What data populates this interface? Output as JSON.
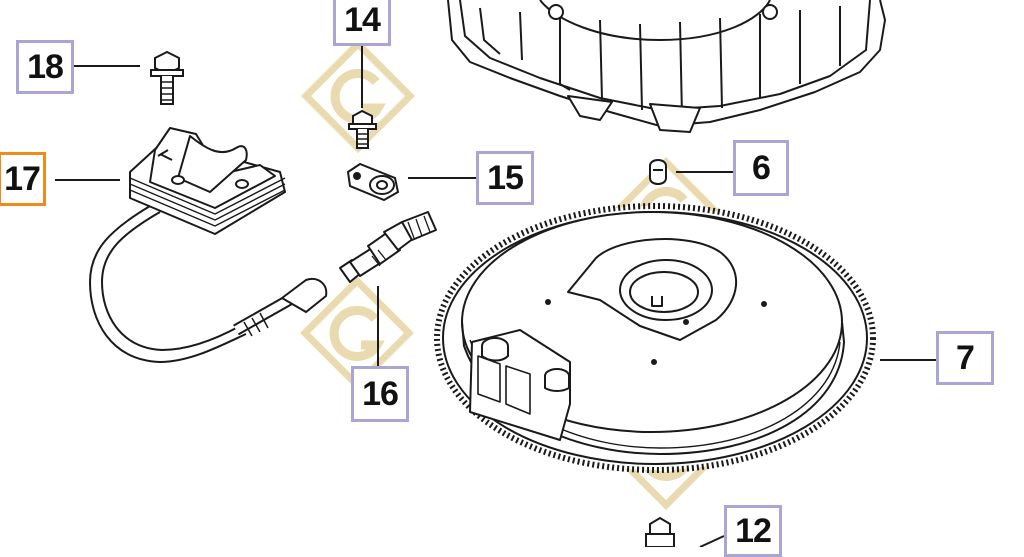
{
  "diagram": {
    "parts": [
      {
        "id": "p14",
        "label": "14",
        "name": "screw"
      },
      {
        "id": "p18",
        "label": "18",
        "name": "bolt"
      },
      {
        "id": "p17",
        "label": "17",
        "name": "ignition-coil",
        "selected": true
      },
      {
        "id": "p15",
        "label": "15",
        "name": "wire-clip"
      },
      {
        "id": "p6",
        "label": "6",
        "name": "key"
      },
      {
        "id": "p7",
        "label": "7",
        "name": "flywheel"
      },
      {
        "id": "p16",
        "label": "16",
        "name": "spark-plug"
      },
      {
        "id": "p12",
        "label": "12",
        "name": "flywheel-bolt"
      }
    ],
    "colors": {
      "callout_border": "#a9a6d6",
      "selected_border": "#f08a1a",
      "watermark": "#e8d6a8",
      "line": "#1a1a1a"
    }
  }
}
